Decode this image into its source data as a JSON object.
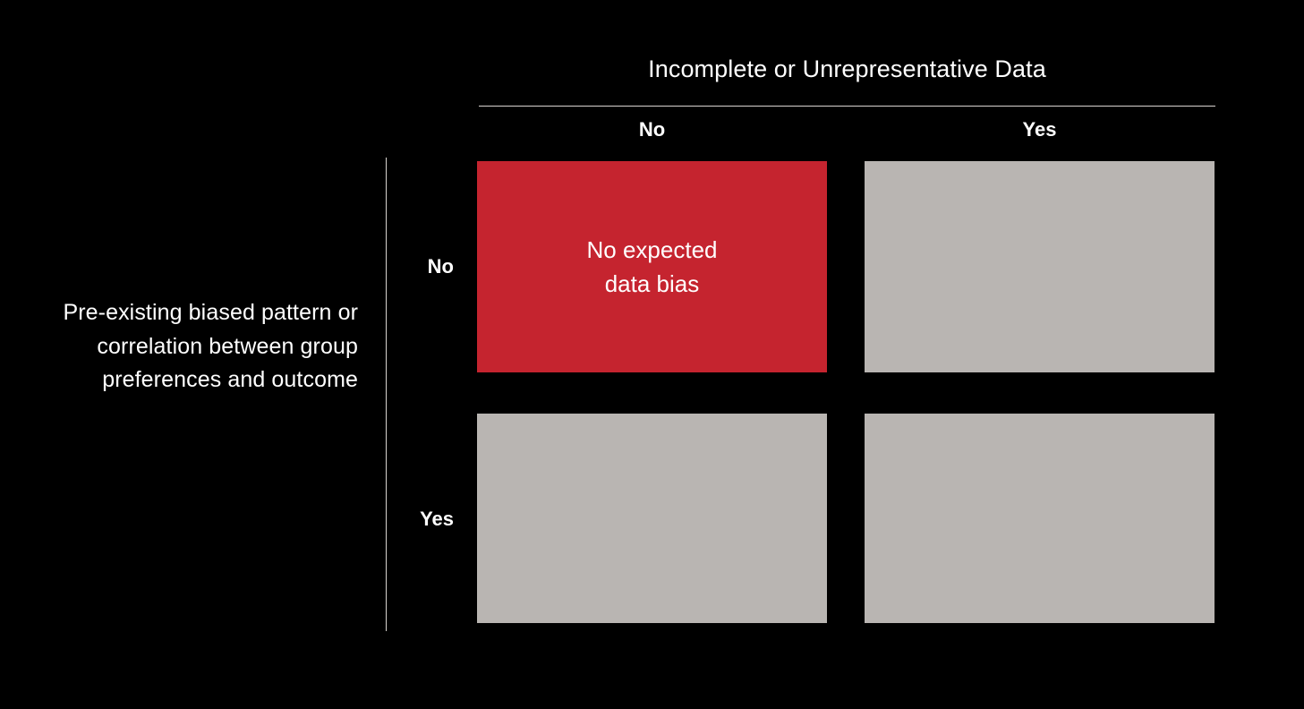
{
  "chart_data": {
    "type": "heatmap",
    "title": "",
    "xlabel": "Incomplete or Unrepresentative Data",
    "ylabel": "Pre-existing biased pattern or correlation between group preferences and outcome",
    "categories_x": [
      "No",
      "Yes"
    ],
    "categories_y": [
      "No",
      "Yes"
    ],
    "grid": false,
    "legend": "none",
    "colors": {
      "background": "#000000",
      "highlight": "#C5242F",
      "neutral": "#B9B5B2",
      "rule": "#D8D4D0",
      "text": "#FFFFFF"
    },
    "cells": [
      {
        "row": "No",
        "col": "No",
        "label": "No expected\ndata bias",
        "state": "highlight",
        "color": "#C5242F"
      },
      {
        "row": "No",
        "col": "Yes",
        "label": "",
        "state": "neutral",
        "color": "#B9B5B2"
      },
      {
        "row": "Yes",
        "col": "No",
        "label": "",
        "state": "neutral",
        "color": "#B9B5B2"
      },
      {
        "row": "Yes",
        "col": "Yes",
        "label": "",
        "state": "neutral",
        "color": "#B9B5B2"
      }
    ]
  },
  "axes": {
    "column": {
      "title": "Incomplete or Unrepresentative Data",
      "headers": [
        "No",
        "Yes"
      ]
    },
    "row": {
      "title": "Pre-existing biased pattern or correlation between group preferences and outcome",
      "headers": [
        "No",
        "Yes"
      ]
    }
  },
  "matrix": {
    "r0c0": {
      "label": "No expected\ndata bias"
    },
    "r0c1": {
      "label": ""
    },
    "r1c0": {
      "label": ""
    },
    "r1c1": {
      "label": ""
    }
  }
}
